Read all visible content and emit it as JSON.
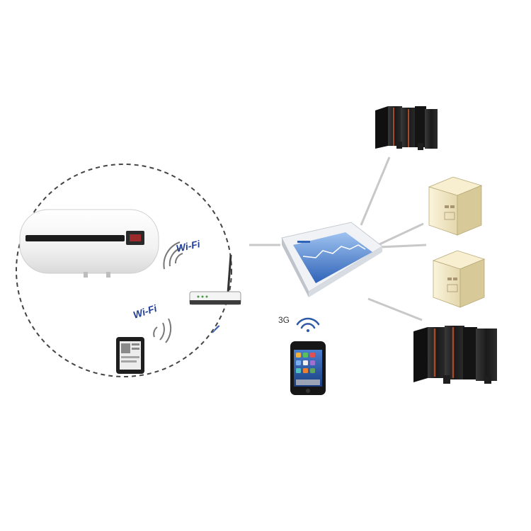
{
  "labels": {
    "wifi_heater": "Wi-Fi",
    "wifi_tablet": "Wi-Fi",
    "cellular": "3G"
  },
  "colors": {
    "wifi_text": "#1f3f99",
    "dashed_circle": "#444444",
    "links": "#c8c8c8",
    "server_dark": "#222222",
    "server_light": "#f0e6c6",
    "gateway_screen": "#3a78d2"
  },
  "icons": [
    "water-heater-icon",
    "router-icon",
    "tablet-icon",
    "gateway-device-icon",
    "smartphone-icon",
    "server-rack-icon",
    "tower-server-icon"
  ]
}
